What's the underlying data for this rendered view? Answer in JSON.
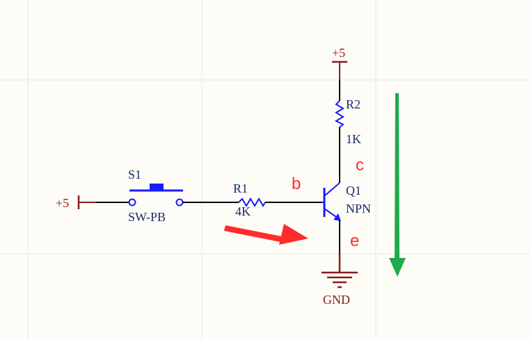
{
  "labels": {
    "vcc_left": "+5",
    "vcc_top": "+5",
    "gnd": "GND",
    "s1_ref": "S1",
    "s1_value": "SW-PB",
    "r1_ref": "R1",
    "r1_value": "4K",
    "r2_ref": "R2",
    "r2_value": "1K",
    "q1_ref": "Q1",
    "q1_value": "NPN",
    "base": "b",
    "collector": "c",
    "emitter": "e"
  },
  "colors": {
    "background": "#fdfcf7",
    "grid": "#ece9dd",
    "wire": "#000000",
    "component": "#1a1aff",
    "power": "#8b1a1a",
    "label_dark": "#1a2a6c",
    "annotation_red": "#ff2b2b",
    "annotation_green": "#1faa4b"
  }
}
